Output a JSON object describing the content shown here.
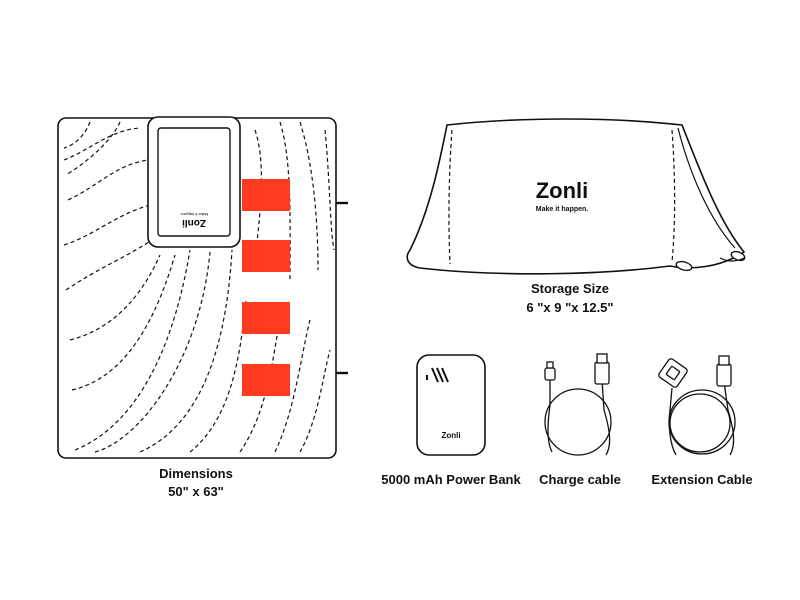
{
  "blanket": {
    "label": "Dimensions",
    "size": "50\" x 63\"",
    "pocket_logo": "Zonli",
    "pocket_tagline": "Make it happen."
  },
  "storage": {
    "logo": "Zonli",
    "tagline": "Make it happen.",
    "label": "Storage Size",
    "size": "6 \"x 9 \"x 12.5\""
  },
  "power_bank": {
    "label": "5000 mAh Power Bank",
    "logo": "Zonli"
  },
  "charge_cable": {
    "label": "Charge cable"
  },
  "extension_cable": {
    "label": "Extension Cable"
  },
  "colors": {
    "accent": "#ff3b1f",
    "line": "#111111"
  }
}
